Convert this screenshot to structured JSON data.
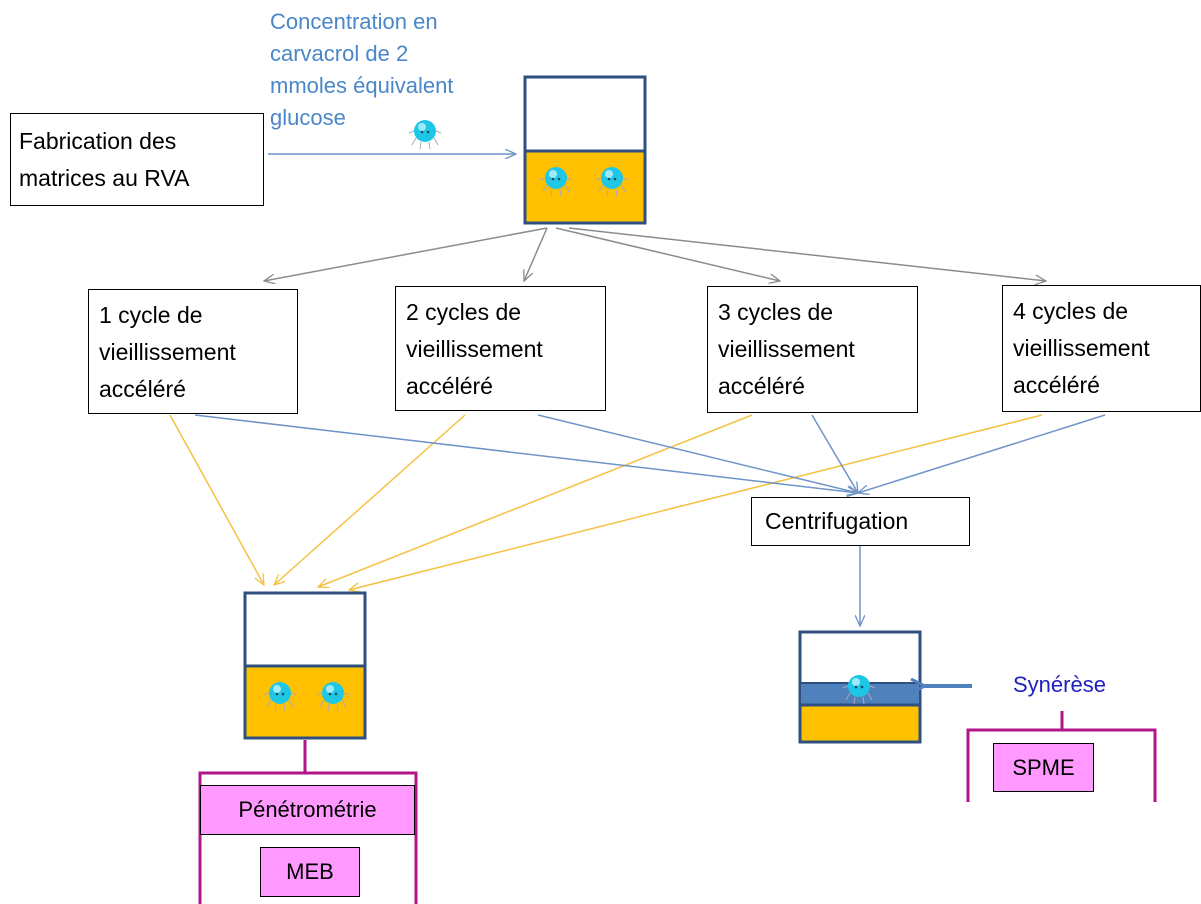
{
  "note": {
    "lines": [
      "Concentration en",
      "carvacrol de 2",
      "mmoles équivalent",
      "glucose"
    ]
  },
  "source_box": {
    "lines": [
      "Fabrication des",
      "matrices au RVA"
    ]
  },
  "cycles": [
    {
      "lines": [
        "1 cycle de",
        "vieillissement",
        "accéléré"
      ]
    },
    {
      "lines": [
        "2 cycles de",
        "vieillissement",
        "accéléré"
      ]
    },
    {
      "lines": [
        "3 cycles de",
        "vieillissement",
        "accéléré"
      ]
    },
    {
      "lines": [
        "4 cycles de",
        "vieillissement",
        "accéléré"
      ]
    }
  ],
  "centrifugation": "Centrifugation",
  "syneresis": "Synérèse",
  "analyses": {
    "penetrometry": "Pénétrométrie",
    "meb": "MEB",
    "spme": "SPME"
  },
  "colors": {
    "jar_outline": "#2f4f80",
    "gel_fill": "#ffc000",
    "syneresis_layer": "#4f81bd",
    "molecule": "#1fc7e6",
    "arrow_grey": "#8c8c8c",
    "arrow_yellow": "#f5c142",
    "arrow_blue": "#6f94c8",
    "bracket_magenta": "#b0168a",
    "analysis_fill": "#ff99ff"
  }
}
